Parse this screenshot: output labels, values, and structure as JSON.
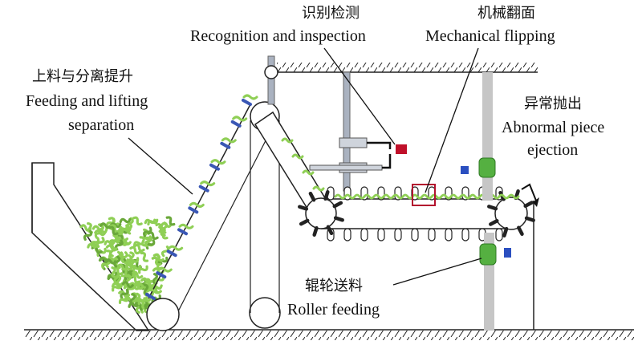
{
  "labels": {
    "recognition": {
      "zh": "识别检测",
      "en": "Recognition and inspection"
    },
    "flipping": {
      "zh": "机械翻面",
      "en": "Mechanical flipping"
    },
    "feeding_lifting": {
      "zh": "上料与分离提升",
      "en_line1": "Feeding and lifting",
      "en_line2": "separation"
    },
    "ejection": {
      "zh": "异常抛出",
      "en_line1": "Abnormal piece",
      "en_line2": "ejection"
    },
    "roller_feeding": {
      "zh": "辊轮送料",
      "en": "Roller feeding"
    }
  },
  "colors": {
    "outline": "#222222",
    "part_green": "#8fcf55",
    "part_green_dark": "#6aa83a",
    "flight_blue": "#3a57b5",
    "sensor_red": "#c0102a",
    "roller_green": "#55b041",
    "ejector_blue": "#2b4fc0",
    "guide_grey": "#c6c6c6",
    "shaft_grey": "#aab2c0",
    "highlight_red": "#b3122e"
  }
}
